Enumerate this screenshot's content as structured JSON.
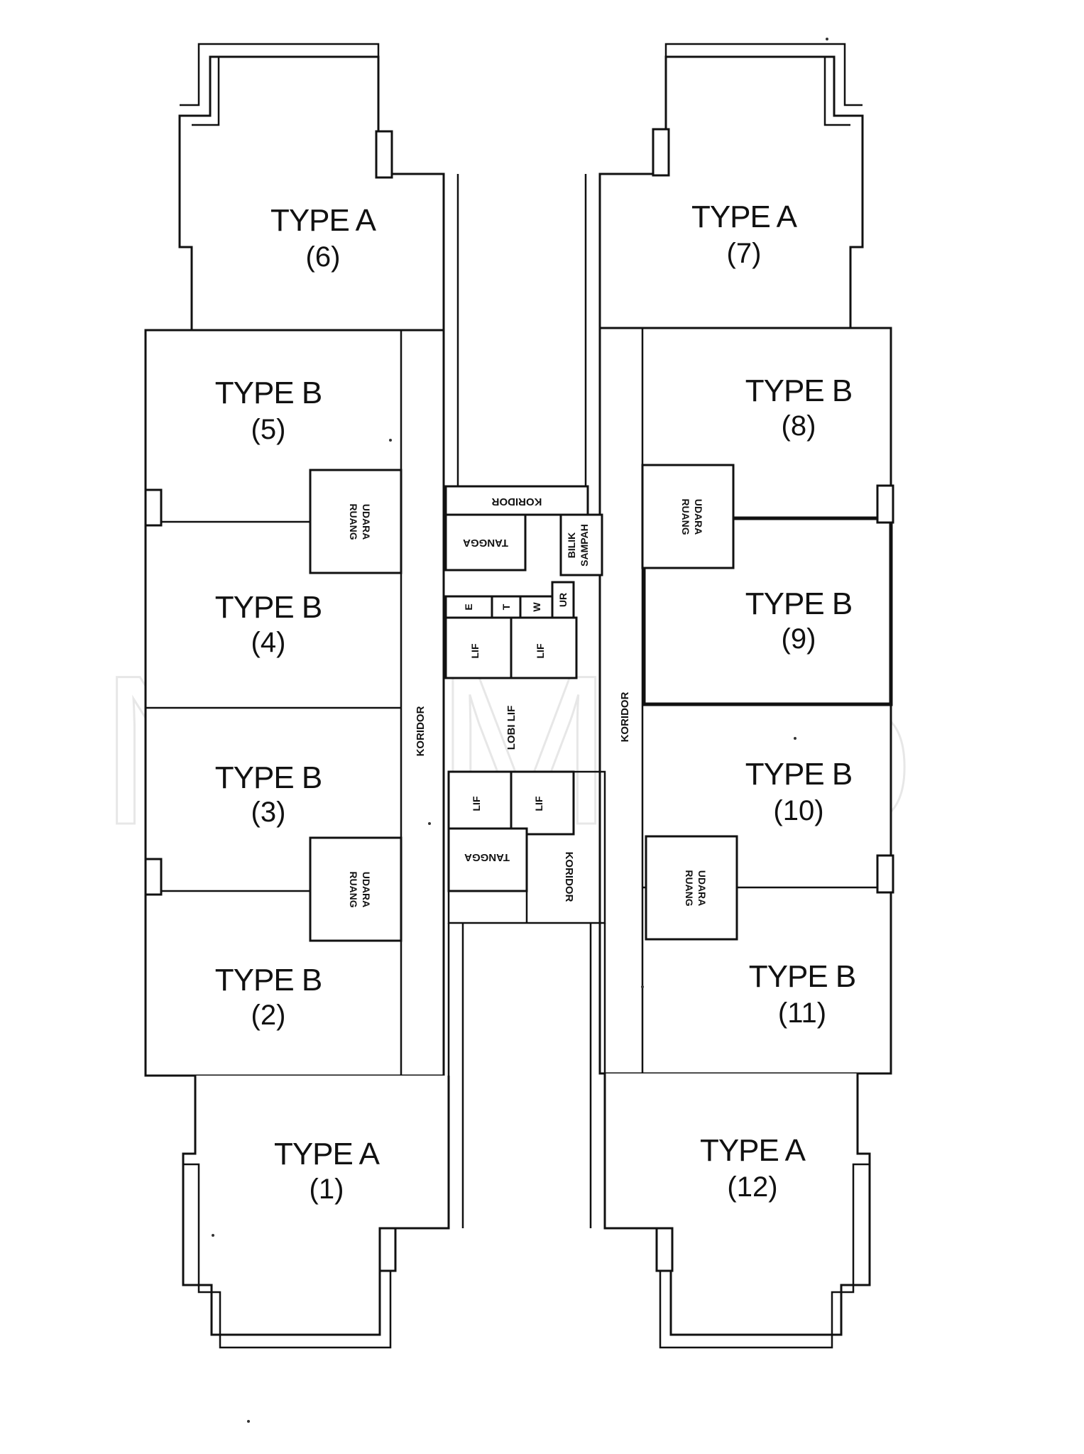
{
  "watermark": "NCMCo",
  "units": [
    {
      "id": "6",
      "type": "TYPE A",
      "number": "(6)"
    },
    {
      "id": "7",
      "type": "TYPE A",
      "number": "(7)"
    },
    {
      "id": "5",
      "type": "TYPE B",
      "number": "(5)"
    },
    {
      "id": "8",
      "type": "TYPE B",
      "number": "(8)"
    },
    {
      "id": "4",
      "type": "TYPE B",
      "number": "(4)"
    },
    {
      "id": "9",
      "type": "TYPE B",
      "number": "(9)"
    },
    {
      "id": "3",
      "type": "TYPE B",
      "number": "(3)"
    },
    {
      "id": "10",
      "type": "TYPE B",
      "number": "(10)"
    },
    {
      "id": "2",
      "type": "TYPE B",
      "number": "(2)"
    },
    {
      "id": "11",
      "type": "TYPE B",
      "number": "(11)"
    },
    {
      "id": "1",
      "type": "TYPE A",
      "number": "(1)"
    },
    {
      "id": "12",
      "type": "TYPE A",
      "number": "(12)"
    }
  ],
  "rooms": {
    "koridor": "KORIDOR",
    "tangga": "TANGGA",
    "lif": "LIF",
    "lobi_lif": "LOBI LIF",
    "ruang": "RUANG",
    "udara": "UDARA",
    "bilik": "BILIK",
    "sampah": "SAMPAH",
    "e": "E",
    "t": "T",
    "w": "W",
    "ur": "UR"
  }
}
